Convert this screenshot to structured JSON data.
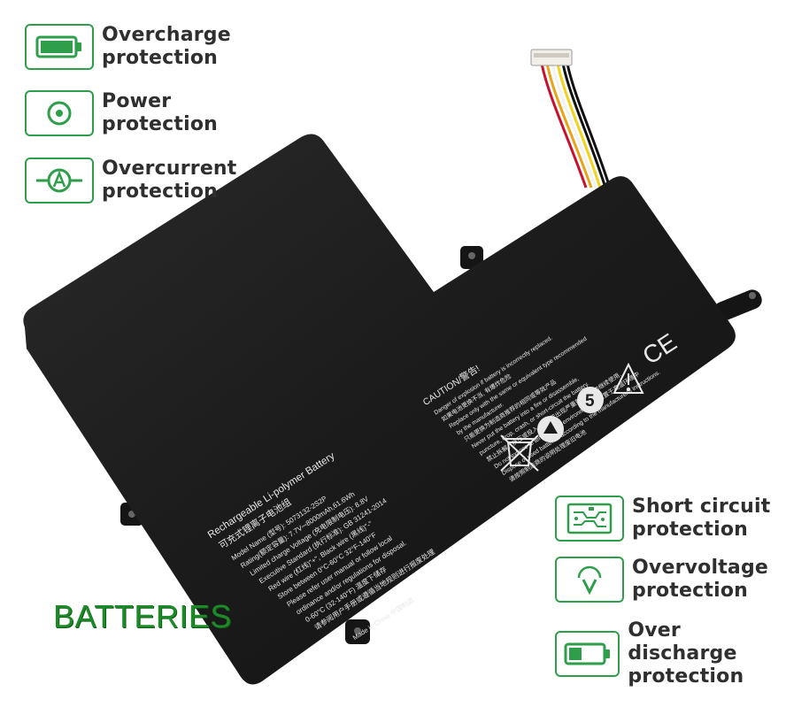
{
  "features_left": [
    {
      "line1": "Overcharge",
      "line2": "protection",
      "icon": "battery-full-icon"
    },
    {
      "line1": "Power",
      "line2": "protection",
      "icon": "power-icon"
    },
    {
      "line1": "Overcurrent",
      "line2": "protection",
      "icon": "ammeter-icon"
    }
  ],
  "features_right": [
    {
      "line1": "Short circuit",
      "line2": "protection",
      "icon": "circuit-board-icon"
    },
    {
      "line1": "Overvoltage",
      "line2": "protection",
      "icon": "voltmeter-icon"
    },
    {
      "line1": "Over discharge",
      "line2": "protection",
      "icon": "battery-low-icon"
    }
  ],
  "brand": "BATTERIES",
  "label_main": {
    "l1": "Rechargeable Li-polymer Battery",
    "l2": "可充式锂离子电池组",
    "l3": "Model Name (型号): 5073132-2S2P",
    "l4": "Rating(额定容量): 7.7V⎓8000mAh,61.6Wh",
    "l5": "Limited charge Voltage (充电限制电压): 8.8V",
    "l6": "Executive Standard (执行标准): GB 31241-2014",
    "l7": "Red wire (红线)\"+\", Black wire (黑线)\"-\"",
    "l8": "Store between 0°C-60°C 32°F-140°F",
    "l9": "Please refer user manual or follow local",
    "l10": "ordinance and/or regulations for disposal.",
    "l11": "0-60°C (32-140°F) 温度下储存",
    "l12": "请参阅用户手册或遵循当地规则进行报废处理",
    "made_in": "Made in China 中国制造"
  },
  "label_caution": {
    "title": "CAUTION/警告!",
    "c1": "Danger of explosion if battery is incorrectly replaced.",
    "c2": "如果电池更换不当, 有爆炸危险",
    "c3": "Replace only with the same or equivalent type recommended",
    "c4": "by the manufacturer.",
    "c5": "只能更换为制造商推荐的相同或等效产品",
    "c6": "Never put the battery into a fire or disassemble,",
    "c7": "puncture, drop, crash, or short-circuit the battery.",
    "c8": "禁止拆解、挤压或投入火中, 若出现严重鼓胀, 请勿继续使用.",
    "c9": "Do not expose to temperature environment. 请勿置于高温环境中",
    "c10": "Dispose of used batteries according to the manufacturer's instructions.",
    "c11": "请按照制造商的说明处理废旧电池",
    "ce": "CE",
    "recycle_number": "5"
  },
  "colors": {
    "accent_green": "#2e9e4a",
    "brand_green": "#1f8a2a",
    "battery_body": "#1c1c1c"
  }
}
